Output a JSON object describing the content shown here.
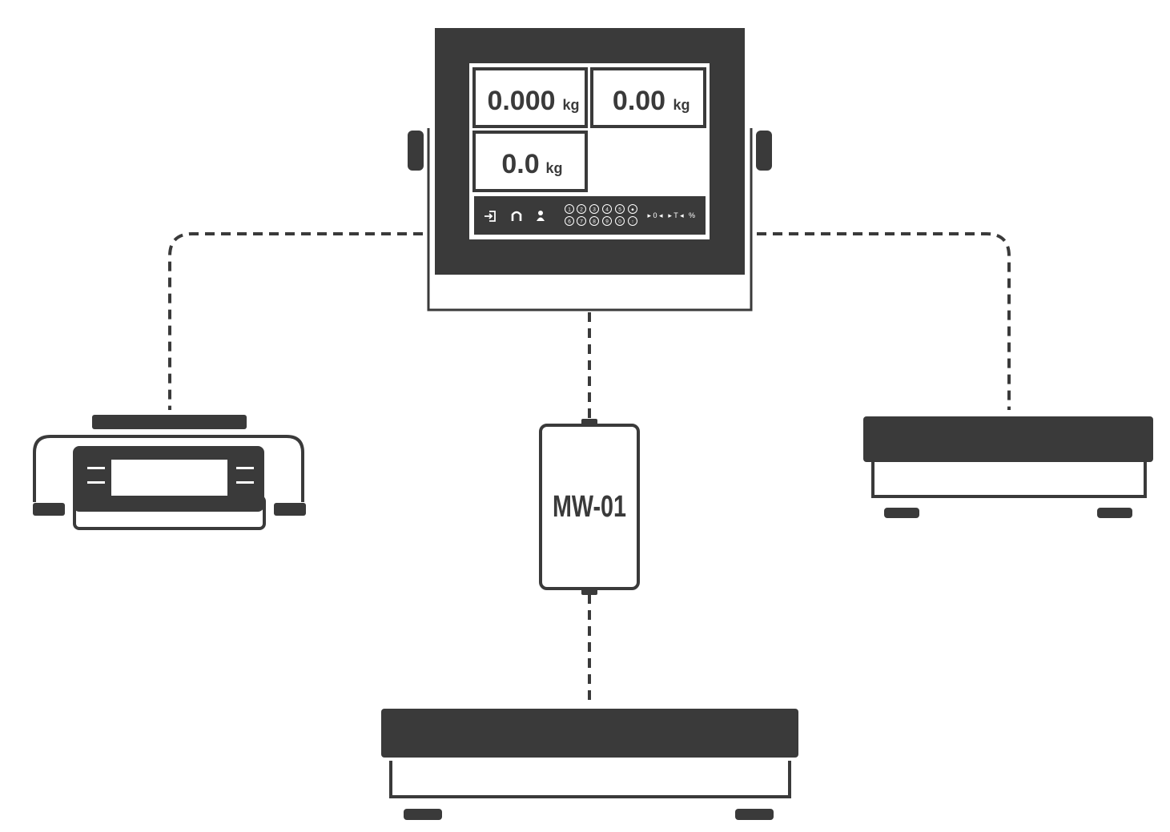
{
  "terminal": {
    "readouts": [
      {
        "value": "0.000",
        "unit": "kg"
      },
      {
        "value": "0.00",
        "unit": "kg"
      },
      {
        "value": "0.0",
        "unit": "kg"
      }
    ],
    "status_bar": {
      "icons": [
        "logout-icon",
        "home-icon",
        "user-icon"
      ],
      "platform_buttons_row1": [
        "1",
        "2",
        "3",
        "4",
        "5",
        "●"
      ],
      "platform_buttons_row2": [
        "6",
        "7",
        "8",
        "9",
        "0",
        "↑"
      ],
      "indicators": [
        "▸ 0 ◂",
        "▸ T ◂",
        "%"
      ]
    }
  },
  "module": {
    "label": "MW-01"
  },
  "colors": {
    "device": "#3a3a3a",
    "background": "#ffffff"
  }
}
